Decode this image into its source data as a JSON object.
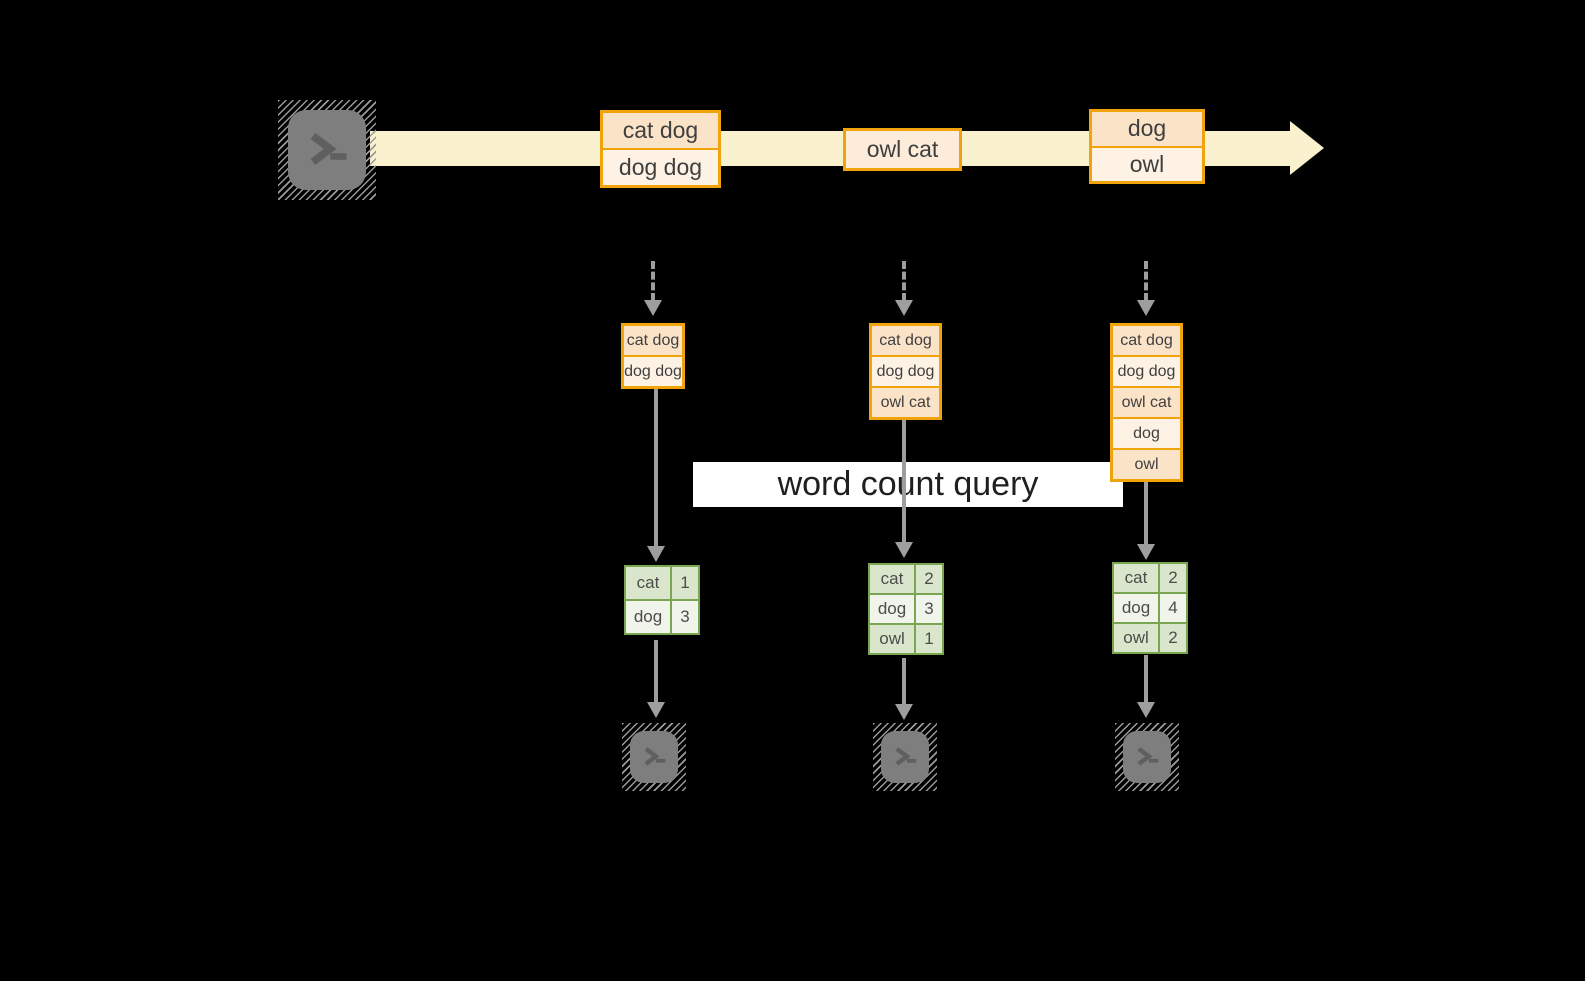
{
  "banner": {
    "label": "word count query"
  },
  "stream": {
    "source_icon": "terminal",
    "events": [
      {
        "rows": [
          "cat dog",
          "dog dog"
        ]
      },
      {
        "rows": [
          "owl cat"
        ]
      },
      {
        "rows": [
          "dog",
          "owl"
        ]
      }
    ]
  },
  "columns": [
    {
      "accumulated": [
        "cat dog",
        "dog dog"
      ],
      "counts": [
        {
          "word": "cat",
          "count": "1"
        },
        {
          "word": "dog",
          "count": "3"
        }
      ],
      "sink_icon": "terminal"
    },
    {
      "accumulated": [
        "cat dog",
        "dog dog",
        "owl cat"
      ],
      "counts": [
        {
          "word": "cat",
          "count": "2"
        },
        {
          "word": "dog",
          "count": "3"
        },
        {
          "word": "owl",
          "count": "1"
        }
      ],
      "sink_icon": "terminal"
    },
    {
      "accumulated": [
        "cat dog",
        "dog dog",
        "owl cat",
        "dog",
        "owl"
      ],
      "counts": [
        {
          "word": "cat",
          "count": "2"
        },
        {
          "word": "dog",
          "count": "4"
        },
        {
          "word": "owl",
          "count": "2"
        }
      ],
      "sink_icon": "terminal"
    }
  ],
  "colors": {
    "background": "#000000",
    "stream_band": "#faf1ce",
    "event_border": "#f0a30a",
    "event_fill_dark": "#fbe3c8",
    "event_fill_light": "#fdf2e4",
    "table_border": "#7aa551",
    "table_fill_dark": "#d9e6cb",
    "table_fill_light": "#f0f4eb",
    "arrow_gray": "#9e9e9e",
    "terminal_gray": "#7e7e7e",
    "banner_bg": "#ffffff"
  }
}
